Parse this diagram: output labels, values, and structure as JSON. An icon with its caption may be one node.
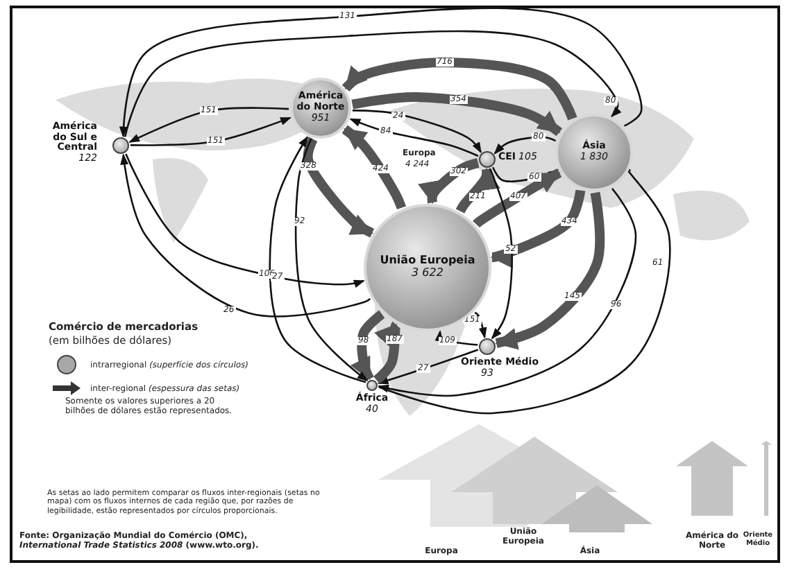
{
  "diagram": {
    "nodes": [
      {
        "text": [
          "América do Sul e Central",
          "122"
        ]
      },
      {
        "text": [
          "América do Norte",
          "951"
        ]
      },
      {
        "text": [
          "Ásia",
          "1 830"
        ]
      },
      {
        "text": [
          "CEI",
          "105"
        ]
      },
      {
        "text": [
          "União Europeia",
          "3 622"
        ]
      },
      {
        "text": [
          "Oriente Médio",
          "93"
        ]
      },
      {
        "text": [
          "África",
          "40"
        ]
      }
    ],
    "edges": [
      {
        "from": 2,
        "to": 1,
        "arrow": "to",
        "label": "716",
        "style": "thick"
      },
      {
        "from": 1,
        "to": 2,
        "arrow": "to",
        "label": "354",
        "style": "thick"
      },
      {
        "from": 1,
        "to": 4,
        "arrow": "to",
        "label": "328",
        "style": "thick"
      },
      {
        "from": 4,
        "to": 1,
        "arrow": "to",
        "label": "424",
        "style": "thick"
      },
      {
        "from": 1,
        "to": 0,
        "arrow": "to",
        "label": "151"
      },
      {
        "from": 0,
        "to": 1,
        "arrow": "to",
        "label": "151"
      },
      {
        "from": 2,
        "to": 0,
        "arrow": "to",
        "label": "131"
      },
      {
        "from": 0,
        "to": 2,
        "arrow": "to",
        "label": "80"
      },
      {
        "from": 0,
        "to": 4,
        "arrow": "to",
        "label": "106"
      },
      {
        "from": 4,
        "to": 0,
        "arrow": "to",
        "label": "26"
      },
      {
        "from": 1,
        "to": 3,
        "arrow": "to",
        "label": "24"
      },
      {
        "from": 3,
        "to": 1,
        "arrow": "to",
        "label": "84"
      },
      {
        "from": 2,
        "to": 3,
        "arrow": "to",
        "label": "80"
      },
      {
        "from": 3,
        "to": 2,
        "arrow": "to",
        "label": "60"
      },
      {
        "from": 3,
        "to": 4,
        "arrow": "to",
        "label": "302",
        "style": "thick"
      },
      {
        "from": 4,
        "to": 3,
        "arrow": "to",
        "label": "211",
        "style": "thick"
      },
      {
        "from": 2,
        "to": 4,
        "arrow": "to",
        "label": "434",
        "style": "thick"
      },
      {
        "from": 4,
        "to": 2,
        "arrow": "to",
        "label": "407",
        "style": "thick"
      },
      {
        "from": 6,
        "to": 2,
        "arrow": "to",
        "label": "61"
      },
      {
        "from": 2,
        "to": 6,
        "arrow": "to",
        "label": "96"
      },
      {
        "from": 5,
        "to": 4,
        "arrow": "to",
        "label": "109"
      },
      {
        "from": 4,
        "to": 5,
        "arrow": "to",
        "label": "151"
      },
      {
        "from": 3,
        "to": 5,
        "arrow": "to",
        "label": "52"
      },
      {
        "from": 2,
        "to": 5,
        "arrow": "to",
        "label": "145",
        "style": "thick"
      },
      {
        "from": 5,
        "to": 6,
        "arrow": "to",
        "label": "27"
      },
      {
        "from": 4,
        "to": 6,
        "arrow": "to",
        "label": "98",
        "style": "thick"
      },
      {
        "from": 6,
        "to": 4,
        "arrow": "to",
        "label": "187",
        "style": "thick"
      },
      {
        "from": 1,
        "to": 6,
        "arrow": "to",
        "label": "92"
      },
      {
        "from": 6,
        "to": 1,
        "arrow": "to",
        "label": "27"
      }
    ],
    "labels": [
      "Europa",
      "4 244",
      "Comércio de mercadorias",
      "(em bilhões de dólares)",
      "Somente os valores superiores a 20 bilhões de dólares estão representados.",
      "As setas ao lado permitem comparar os fluxos inter-regionais (setas no mapa) com os fluxos internos de cada região que, por razões de legibilidade, estão representados por círculos proporcionais.",
      "Fonte: Organização Mundial do Comércio (OMC), *International Trade Statistics 2008* (www.wto.org).",
      "Europa",
      "União Europeia",
      "Ásia",
      "América do Norte",
      "Oriente Médio"
    ],
    "legend": [
      {
        "text": "intrarregional *(superfície dos círculos)*",
        "color": "#a8a8a8"
      },
      {
        "text": "inter-regional *(espessura das setas)*"
      }
    ]
  }
}
